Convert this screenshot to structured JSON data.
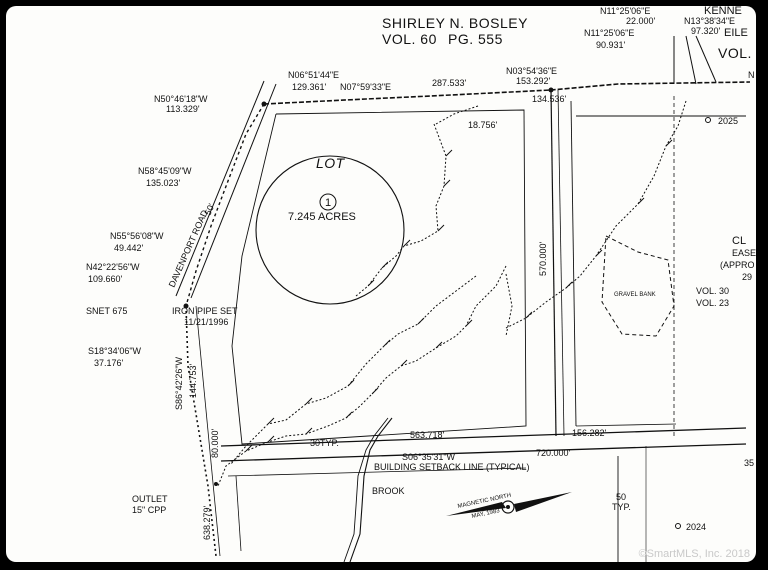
{
  "owner": {
    "name": "SHIRLEY N. BOSLEY",
    "volume": "VOL. 60",
    "page": "PG. 555"
  },
  "top_right_labels": {
    "bearing_a": "N11°25'06\"E",
    "distance_a": "22.000'",
    "bearing_b": "N13°38'34\"E",
    "distance_b": "97.320'",
    "bearing_c": "N11°25'06\"E",
    "distance_c": "90.931'",
    "owner_fragment_1": "KENNE",
    "owner_fragment_2": "EILE",
    "vol_fragment": "VOL.",
    "n_fragment": "N"
  },
  "north_line": [
    {
      "bearing": "N06°51'44\"E",
      "distance": "129.361'"
    },
    {
      "bearing": "N07°59'33\"E",
      "distance": "287.533'"
    },
    {
      "bearing": "N03°54'36\"E",
      "distance": "153.292'"
    },
    {
      "distance": "134.536'"
    }
  ],
  "west_line": [
    {
      "bearing": "N50°46'18\"W",
      "distance": "113.329'"
    },
    {
      "bearing": "N58°45'09\"W",
      "distance": "135.023'"
    },
    {
      "bearing": "N55°56'08\"W",
      "distance": "49.442'"
    },
    {
      "bearing": "N42°22'56\"W",
      "distance": "109.660'"
    },
    {
      "bearing": "S18°34'06\"W",
      "distance": "37.176'"
    }
  ],
  "road": {
    "name": "DAVENPORT ROAD",
    "width": "50'"
  },
  "lot": {
    "title": "LOT",
    "number": "1",
    "area": "7.245 ACRES"
  },
  "iron_pipe": {
    "label": "IRON PIPE SET",
    "date": "11/21/1996"
  },
  "snet": "SNET 675",
  "lower_west": {
    "bearing": "S86°42'26\"W",
    "distance": "144.753'"
  },
  "dims": {
    "d_18756": "18.756'",
    "d_570": "570.000'",
    "d_2025": "2025",
    "d_30typ": "30TYP.",
    "d_563718": "563.718'",
    "d_156282": "156.282'",
    "south_bearing": "S06°35'31\"W",
    "south_distance": "720.000'",
    "setback": "BUILDING SETBACK LINE (TYPICAL)",
    "d_80": "80.000'",
    "d_638279": "638.279'",
    "d_50typ_1": "50",
    "d_50typ_2": "TYP.",
    "d_2024": "2024",
    "d_35": "35"
  },
  "gravel": "GRAVEL BANK",
  "right_notes": {
    "cl": "CL",
    "ease": "EASE",
    "appro": "(APPRO",
    "n29": "29",
    "vol30": "VOL. 30",
    "vol23": "VOL. 23"
  },
  "outlet": {
    "line1": "OUTLET",
    "line2": "15\" CPP"
  },
  "brook": "BROOK",
  "north_arrow": {
    "label": "MAGNETIC NORTH",
    "date": "MAY, 1983"
  },
  "watermark": "©SmartMLS, Inc. 2018"
}
